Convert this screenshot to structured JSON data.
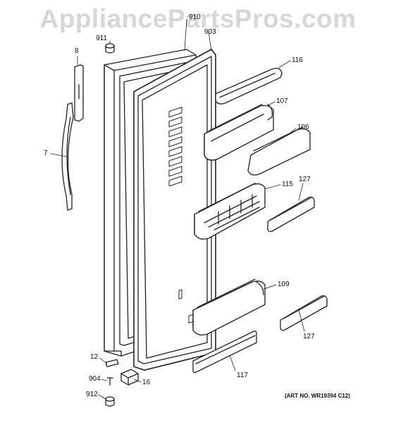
{
  "watermark": "AppliancePartsPros.com",
  "art_number": "(ART NO. WR19394 C12)",
  "callouts": {
    "p910": "910",
    "p911": "911",
    "p8": "8",
    "p903": "903",
    "p116": "116",
    "p107": "107",
    "p106": "106",
    "p7": "7",
    "p115": "115",
    "p127a": "127",
    "p109": "109",
    "p127b": "127",
    "p12": "12",
    "p117": "117",
    "p904": "904",
    "p16": "16",
    "p912": "912"
  }
}
